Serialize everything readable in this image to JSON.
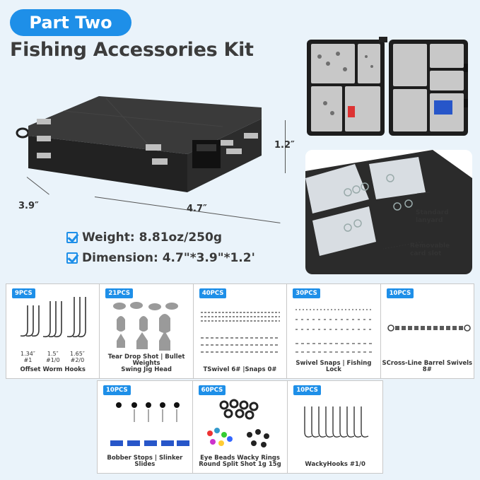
{
  "header": {
    "badge": "Part Two",
    "title": "Fishing Accessories Kit"
  },
  "dimensions": {
    "height_label": "1.2″",
    "width_label": "3.9″",
    "length_label": "4.7″"
  },
  "specs": {
    "weight": "Weight: 8.81oz/250g",
    "dimension": "Dimension: 4.7\"*3.9\"*1.2'"
  },
  "callouts": {
    "lanyard": [
      "Standard",
      "lanyard"
    ],
    "card_slot": [
      "Removable",
      "card slot"
    ]
  },
  "products": [
    {
      "count": "9PCS",
      "caption": [
        "Offset Worm Hooks"
      ],
      "hook_labels": [
        [
          "1.34″",
          "#1"
        ],
        [
          "1.5″",
          "#1/0"
        ],
        [
          "1.65″",
          "#2/0"
        ]
      ]
    },
    {
      "count": "21PCS",
      "caption": [
        "Tear Drop Shot | Bullet Weights",
        "Swing Jig Head"
      ]
    },
    {
      "count": "40PCS",
      "caption": [
        "TSwivel 6# |Snaps 0#"
      ]
    },
    {
      "count": "30PCS",
      "caption": [
        "Swivel Snaps | Fishing Lock"
      ]
    },
    {
      "count": "10PCS",
      "caption": [
        "SCross-Line Barrel Swivels 8#"
      ]
    },
    {
      "count": "10PCS",
      "caption": [
        "Bobber Stops | Slinker Slides"
      ]
    },
    {
      "count": "60PCS",
      "caption": [
        "Eye Beads Wacky Rings",
        "Round Split Shot 1g 15g"
      ]
    },
    {
      "count": "10PCS",
      "caption": [
        "WackyHooks #1/0"
      ]
    }
  ],
  "colors": {
    "accent": "#1e8fe8",
    "box": "#2a2a2a",
    "stopper_blue": "#2756c9"
  }
}
